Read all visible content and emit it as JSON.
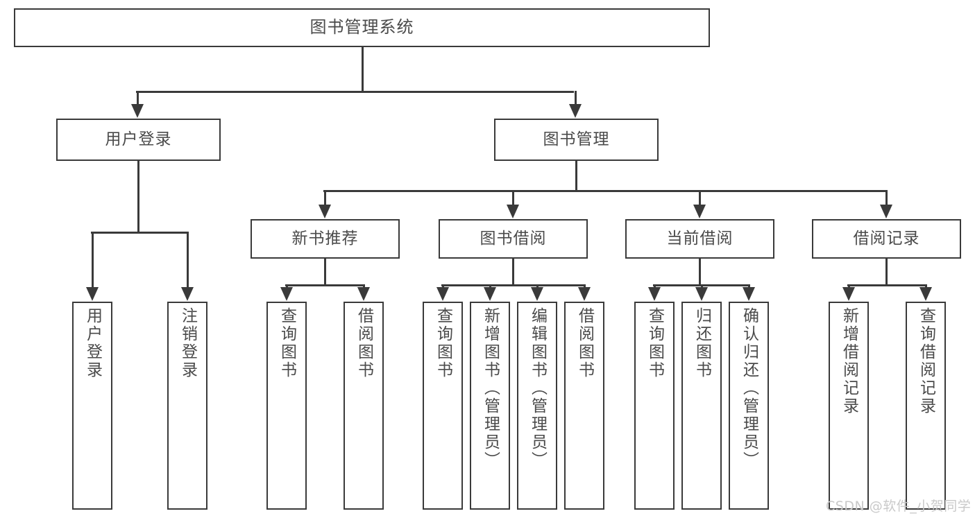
{
  "diagram": {
    "type": "tree-hierarchy-chart",
    "title": "图书管理系统",
    "colors": {
      "stroke": "#3a3a3a",
      "text": "#4a4a4a",
      "background": "#ffffff",
      "watermark": "#c9c9c9"
    },
    "root": {
      "label": "图书管理系统"
    },
    "level2": [
      {
        "label": "用户登录"
      },
      {
        "label": "图书管理"
      }
    ],
    "level3": [
      {
        "label": "新书推荐"
      },
      {
        "label": "图书借阅"
      },
      {
        "label": "当前借阅"
      },
      {
        "label": "借阅记录"
      }
    ],
    "leaves": {
      "user_login": [
        {
          "label": "用户登录"
        },
        {
          "label": "注销登录"
        }
      ],
      "new_book_recommend": [
        {
          "label": "查询图书"
        },
        {
          "label": "借阅图书"
        }
      ],
      "book_borrow": [
        {
          "label": "查询图书"
        },
        {
          "label": "新增图书（管理员）"
        },
        {
          "label": "编辑图书（管理员）"
        },
        {
          "label": "借阅图书"
        }
      ],
      "current_borrow": [
        {
          "label": "查询图书"
        },
        {
          "label": "归还图书"
        },
        {
          "label": "确认归还（管理员）"
        }
      ],
      "borrow_record": [
        {
          "label": "新增借阅记录"
        },
        {
          "label": "查询借阅记录"
        }
      ]
    },
    "watermark": "CSDN @软件_小贺同学"
  }
}
